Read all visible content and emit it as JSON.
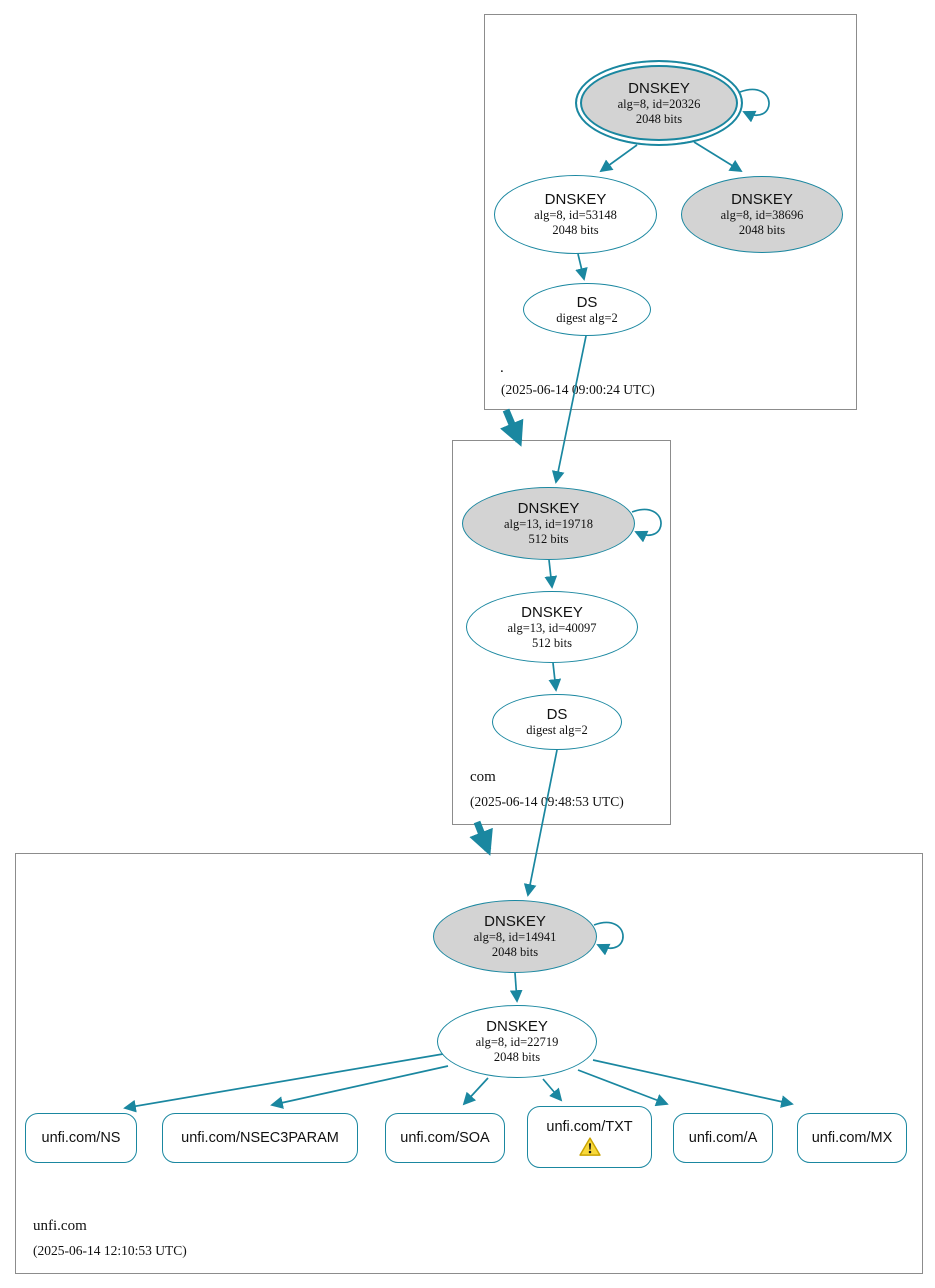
{
  "colors": {
    "accent_teal": "#1a87a0",
    "secure_key_fill": "#d3d3d3",
    "zone_border": "#8c8c8c",
    "warning_yellow": "#f8d83a"
  },
  "zones": [
    {
      "name": ".",
      "timestamp": "(2025-06-14 09:00:24 UTC)"
    },
    {
      "name": "com",
      "timestamp": "(2025-06-14 09:48:53 UTC)"
    },
    {
      "name": "unfi.com",
      "timestamp": "(2025-06-14 12:10:53 UTC)"
    }
  ],
  "nodes": {
    "root_ksk": {
      "title": "DNSKEY",
      "line1": "alg=8, id=20326",
      "line2": "2048 bits"
    },
    "root_zsk": {
      "title": "DNSKEY",
      "line1": "alg=8, id=53148",
      "line2": "2048 bits"
    },
    "root_key2": {
      "title": "DNSKEY",
      "line1": "alg=8, id=38696",
      "line2": "2048 bits"
    },
    "root_ds": {
      "title": "DS",
      "line1": "digest alg=2"
    },
    "com_ksk": {
      "title": "DNSKEY",
      "line1": "alg=13, id=19718",
      "line2": "512 bits"
    },
    "com_zsk": {
      "title": "DNSKEY",
      "line1": "alg=13, id=40097",
      "line2": "512 bits"
    },
    "com_ds": {
      "title": "DS",
      "line1": "digest alg=2"
    },
    "unfi_ksk": {
      "title": "DNSKEY",
      "line1": "alg=8, id=14941",
      "line2": "2048 bits"
    },
    "unfi_zsk": {
      "title": "DNSKEY",
      "line1": "alg=8, id=22719",
      "line2": "2048 bits"
    },
    "rrsets": [
      {
        "label": "unfi.com/NS"
      },
      {
        "label": "unfi.com/NSEC3PARAM"
      },
      {
        "label": "unfi.com/SOA"
      },
      {
        "label": "unfi.com/TXT",
        "warning": "true"
      },
      {
        "label": "unfi.com/A"
      },
      {
        "label": "unfi.com/MX"
      }
    ]
  }
}
